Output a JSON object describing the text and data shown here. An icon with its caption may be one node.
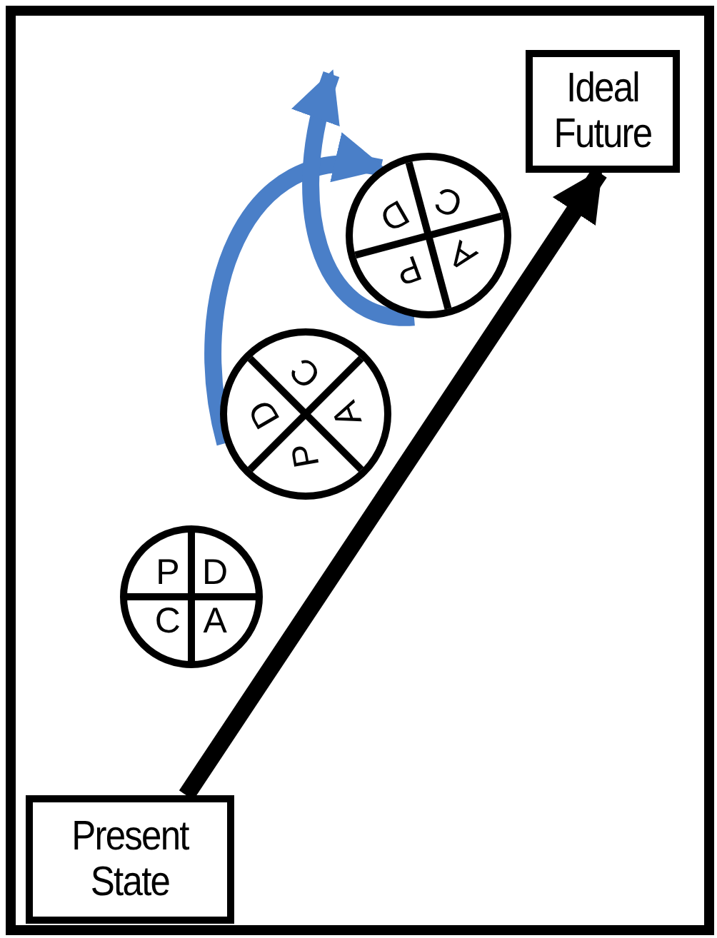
{
  "diagram": {
    "nodes": [
      {
        "text": [
          "Ideal Future"
        ]
      },
      {
        "text": [
          "D",
          "C",
          "P",
          "A"
        ]
      },
      {
        "text": [
          "C",
          "D",
          "A",
          "P"
        ]
      },
      {
        "text": [
          "P",
          "D",
          "C",
          "A"
        ]
      },
      {
        "text": [
          "Present State"
        ]
      }
    ],
    "edges": [
      {
        "from": 4,
        "to": 0,
        "arrow": "to",
        "color": "#000000"
      },
      {
        "from": 2,
        "to": 1,
        "arrow": "to"
      },
      {
        "from": 1,
        "to": null,
        "arrow": "to"
      }
    ]
  }
}
